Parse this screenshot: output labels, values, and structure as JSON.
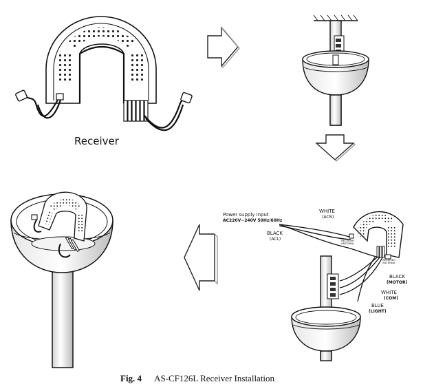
{
  "labels": {
    "receiver": "Receiver",
    "power_supply": "Power supply input",
    "voltage": "AC220V~240V 50Hz/60Hz",
    "white_top": "WHITE",
    "acn": "(ACN)",
    "black_left": "BLACK",
    "acl": "(ACL)",
    "black_motor": "BLACK",
    "motor": "(MOTOR)",
    "white_com": "WHITE",
    "com": "(COM)",
    "blue": "BLUE",
    "light": "(LIGHT)",
    "tiny_left": "RECEIVER ANTENNA",
    "tiny_right": "RECEIVER ANTENNA"
  },
  "caption": {
    "fig": "Fig. 4",
    "title": "AS-CF126L Receiver Installation"
  }
}
